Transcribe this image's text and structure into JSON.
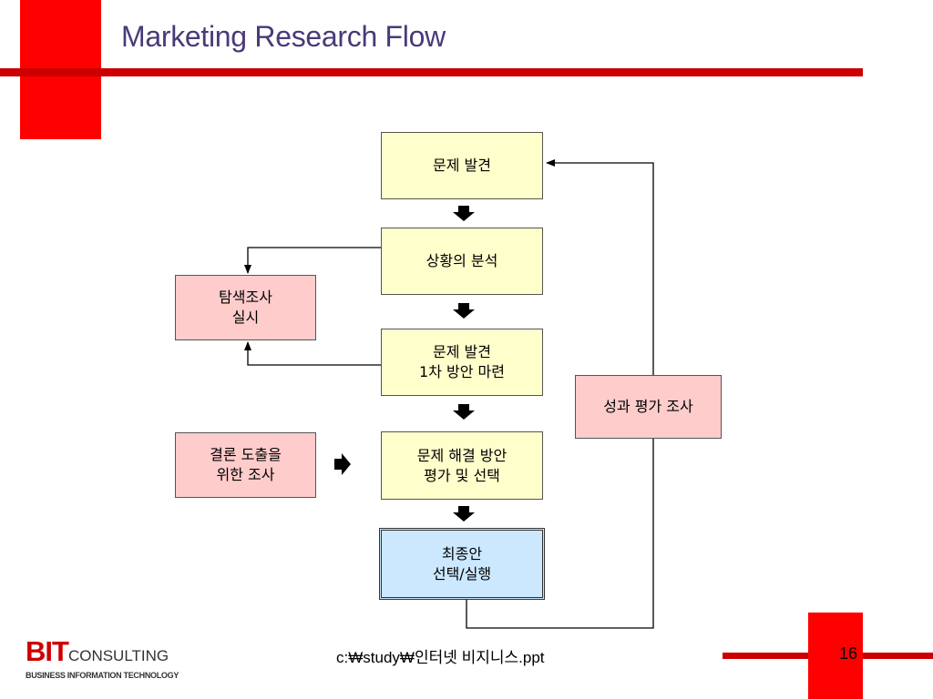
{
  "title": "Marketing Research Flow",
  "nodes": {
    "problem_discovery": "문제 발견",
    "situation_analysis": "상황의 분석",
    "first_plan": [
      "문제 발견",
      "1차 방안 마련"
    ],
    "evaluation": [
      "문제 해결 방안",
      "평가 및 선택"
    ],
    "final": [
      "최종안",
      "선택/실행"
    ],
    "exploratory": [
      "탐색조사",
      "실시"
    ],
    "conclusive": [
      "결론 도출을",
      "위한 조사"
    ],
    "performance": "성과 평가 조사"
  },
  "footer": {
    "path": "c:₩study₩인터넷 비지니스.ppt",
    "page": "16"
  },
  "logo": {
    "bit": "BIT",
    "consulting": "CONSULTING",
    "sub": "BUSINESS INFORMATION TECHNOLOGY"
  },
  "colors": {
    "accent_red": "#ff0000",
    "title": "#4a3a78",
    "yellow_box": "#ffffcc",
    "pink_box": "#ffcccc",
    "blue_box": "#cce8ff"
  }
}
